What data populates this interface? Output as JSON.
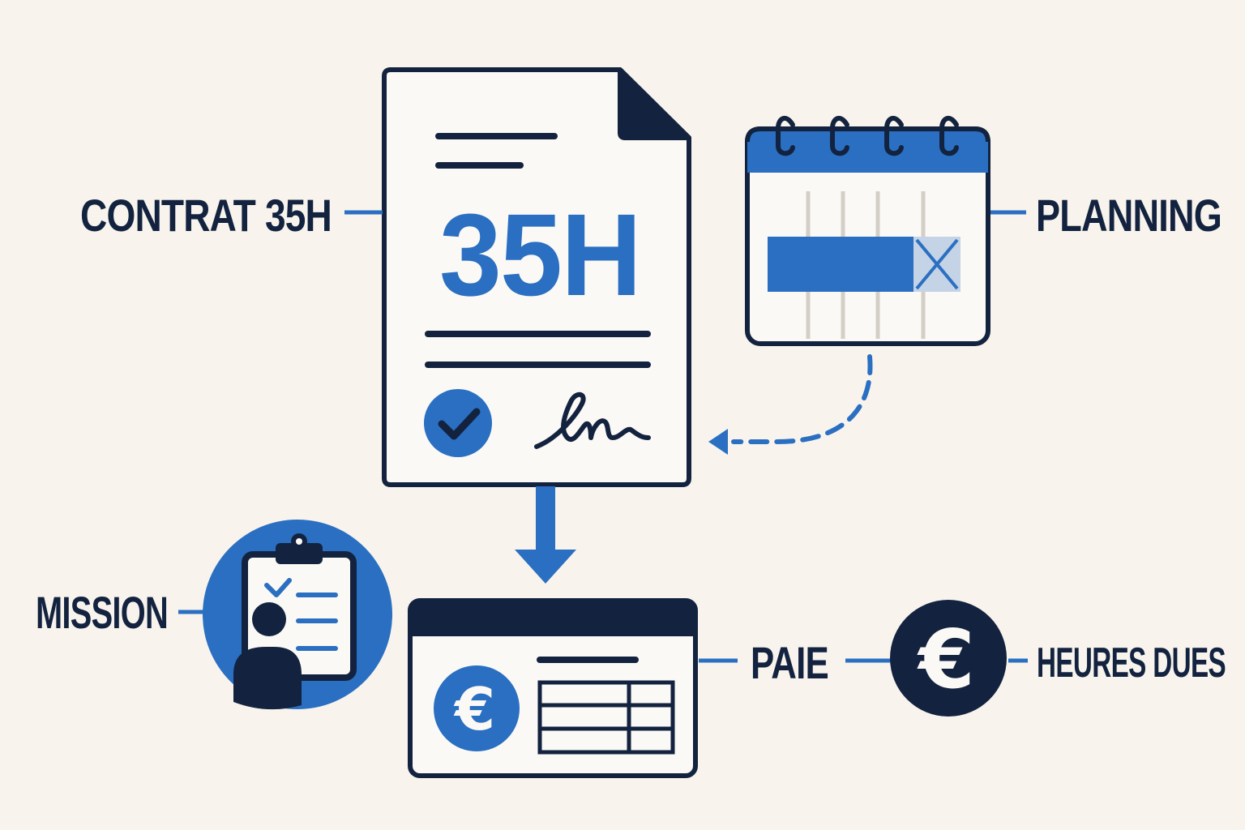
{
  "labels": {
    "contract": "CONTRAT 35H",
    "planning": "PLANNING",
    "mission": "MISSION",
    "payroll": "PAIE",
    "hours_due": "HEURES DUES"
  },
  "contract_doc": {
    "hours": "35H"
  },
  "icons": {
    "euro_symbol": "€",
    "check_symbol": "✓"
  },
  "planning_calendar": {
    "filled_days": 4,
    "crossed_days": 1
  },
  "colors": {
    "navy": "#13233f",
    "blue": "#2a6fc1",
    "light_blue": "#c4d3e6",
    "background": "#f8f4ed",
    "paper": "#fbf9f5"
  }
}
